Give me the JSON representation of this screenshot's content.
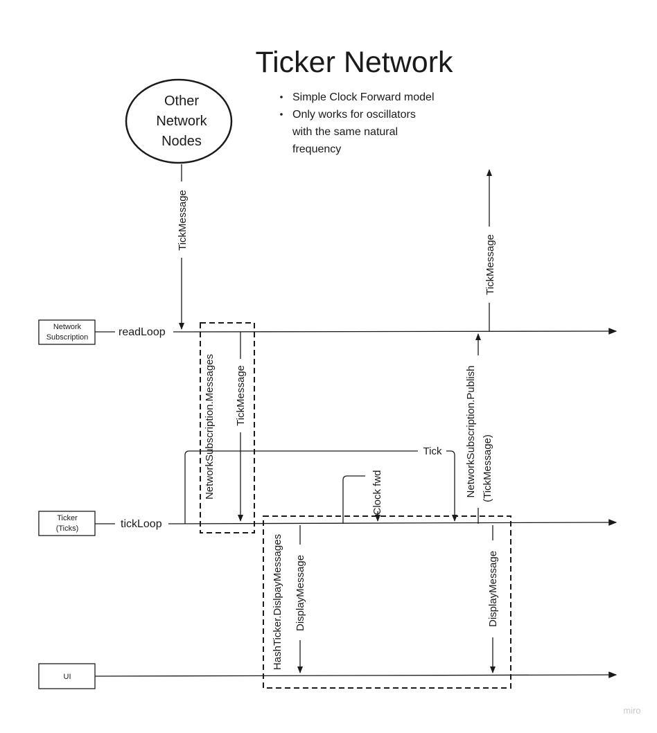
{
  "title": "Ticker Network",
  "notes": [
    {
      "lines": [
        "Simple Clock Forward model"
      ]
    },
    {
      "lines": [
        "Only works for oscillators",
        "with the same natural",
        "frequency"
      ]
    }
  ],
  "node": {
    "lines": [
      "Other",
      "Network",
      "Nodes"
    ]
  },
  "lanes": {
    "network": {
      "box_lines": [
        "Network",
        "Subscription"
      ],
      "loop": "readLoop"
    },
    "ticker": {
      "box_lines": [
        "Ticker",
        "(Ticks)"
      ],
      "loop": "tickLoop"
    },
    "ui": {
      "box_lines": [
        "UI"
      ],
      "loop": ""
    }
  },
  "messages": {
    "incoming_tick": "TickMessage",
    "outgoing_tick": "TickMessage",
    "subscription_messages": "NetworkSubscription.Messages",
    "forwarded_tick": "TickMessage",
    "tick": "Tick",
    "clock_fwd": "Clock fwd",
    "publish_line1": "NetworkSubscription.Publish",
    "publish_line2": "(TickMessage)",
    "display_messages": "HashTicker.DislpayMessages",
    "display_message_left": "DisplayMessage",
    "display_message_right": "DisplayMessage"
  },
  "watermark": "miro"
}
